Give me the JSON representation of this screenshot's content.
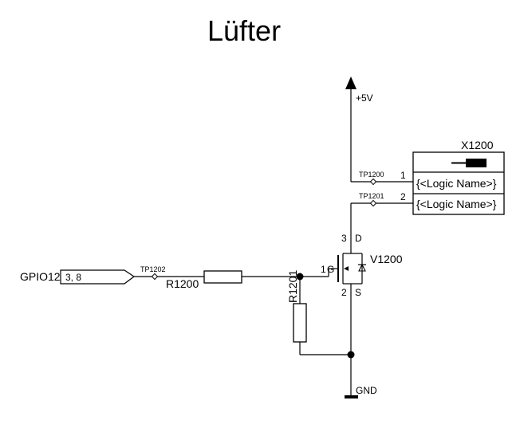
{
  "title": "Lüfter",
  "power": {
    "label": "+5V"
  },
  "ground": {
    "label": "GND"
  },
  "connector": {
    "ref": "X1200",
    "pins": [
      {
        "number": "1",
        "name": "{<Logic Name>}"
      },
      {
        "number": "2",
        "name": "{<Logic Name>}"
      }
    ]
  },
  "test_points": {
    "tp_power": "TP1200",
    "tp_drain": "TP1201",
    "tp_gpio": "TP1202"
  },
  "transistor": {
    "ref": "V1200",
    "pin_gate": "1",
    "gate_label": "G",
    "pin_drain": "3",
    "drain_label": "D",
    "pin_source": "2",
    "source_label": "S"
  },
  "resistors": {
    "series": "R1200",
    "pulldown": "R1201"
  },
  "signal": {
    "net": "GPIO12",
    "pages": "3, 8"
  }
}
